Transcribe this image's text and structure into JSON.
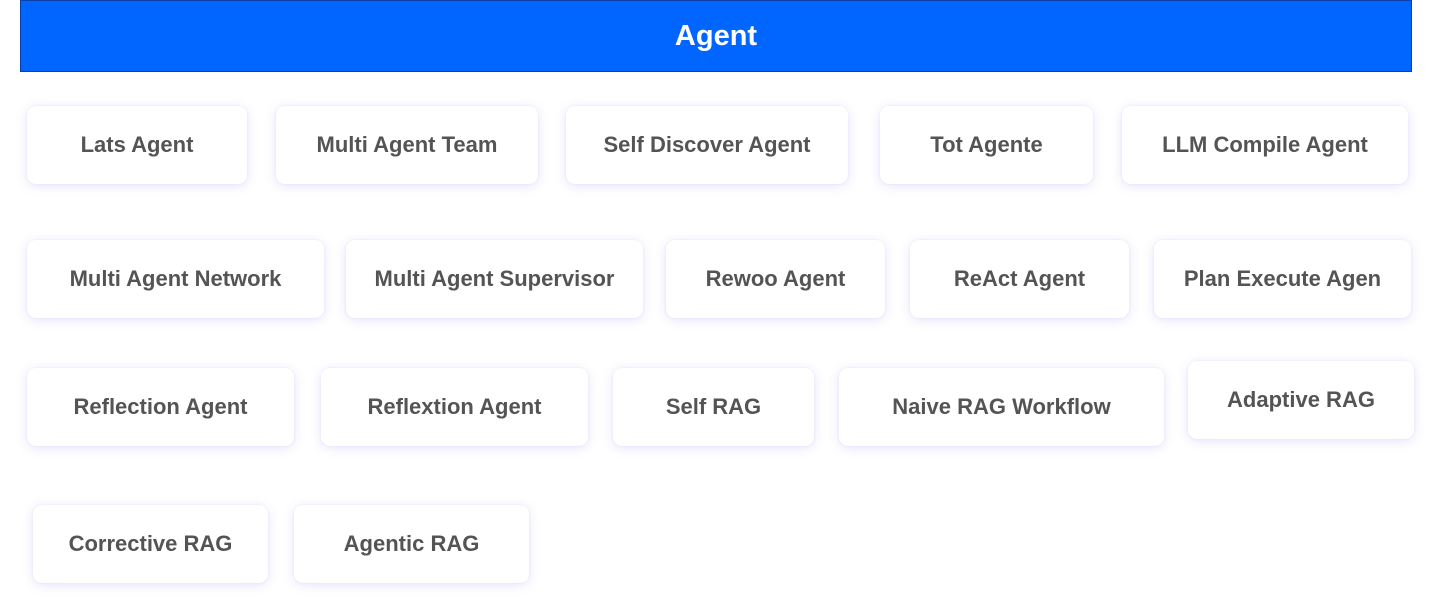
{
  "header": {
    "title": "Agent"
  },
  "agents": [
    "Lats Agent",
    "Multi Agent Team",
    "Self Discover Agent",
    "Tot Agente",
    "LLM Compile Agent",
    "Multi Agent Network",
    "Multi Agent Supervisor",
    "Rewoo Agent",
    "ReAct Agent",
    "Plan Execute Agen",
    "Reflection Agent",
    "Reflextion Agent",
    "Self RAG",
    "Naive RAG Workflow",
    "Adaptive RAG",
    "Corrective RAG",
    "Agentic RAG"
  ],
  "colors": {
    "header_bg": "#0066ff",
    "header_text": "#ffffff",
    "card_text": "#545454",
    "card_bg": "#ffffff"
  }
}
